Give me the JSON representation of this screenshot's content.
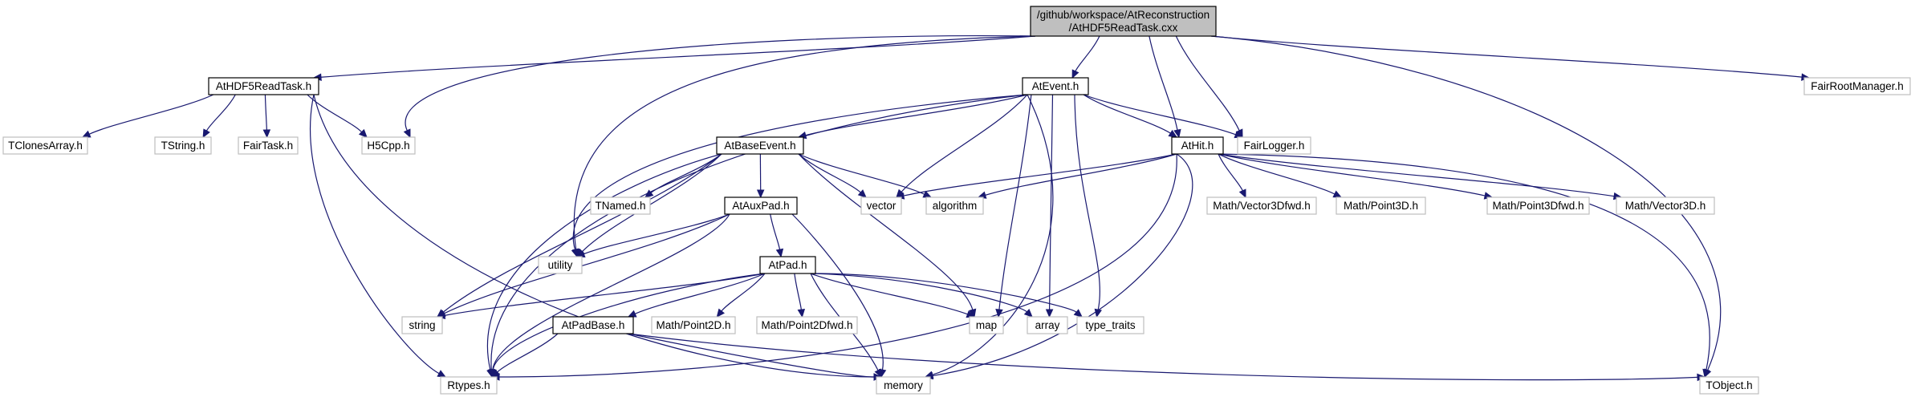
{
  "graph": {
    "type": "include-dependency-graph",
    "colors": {
      "edge": "#191970",
      "root_fill": "#bfbfbf",
      "documented_border": "#000000",
      "external_border": "#bfbfbf",
      "background": "#ffffff"
    },
    "nodes": [
      {
        "id": "root",
        "label": [
          "/github/workspace/AtReconstruction",
          "/AtHDF5ReadTask.cxx"
        ],
        "kind": "root"
      },
      {
        "id": "AtHDF5ReadTask_h",
        "label": [
          "AtHDF5ReadTask.h"
        ],
        "kind": "doc"
      },
      {
        "id": "AtEvent_h",
        "label": [
          "AtEvent.h"
        ],
        "kind": "doc"
      },
      {
        "id": "FairRootManager_h",
        "label": [
          "FairRootManager.h"
        ],
        "kind": "ext"
      },
      {
        "id": "TClonesArray_h",
        "label": [
          "TClonesArray.h"
        ],
        "kind": "ext"
      },
      {
        "id": "TString_h",
        "label": [
          "TString.h"
        ],
        "kind": "ext"
      },
      {
        "id": "FairTask_h",
        "label": [
          "FairTask.h"
        ],
        "kind": "ext"
      },
      {
        "id": "H5Cpp_h",
        "label": [
          "H5Cpp.h"
        ],
        "kind": "ext"
      },
      {
        "id": "FairLogger_h",
        "label": [
          "FairLogger.h"
        ],
        "kind": "ext"
      },
      {
        "id": "AtBaseEvent_h",
        "label": [
          "AtBaseEvent.h"
        ],
        "kind": "doc"
      },
      {
        "id": "AtHit_h",
        "label": [
          "AtHit.h"
        ],
        "kind": "doc"
      },
      {
        "id": "TNamed_h",
        "label": [
          "TNamed.h"
        ],
        "kind": "ext"
      },
      {
        "id": "vector",
        "label": [
          "vector"
        ],
        "kind": "ext"
      },
      {
        "id": "algorithm",
        "label": [
          "algorithm"
        ],
        "kind": "ext"
      },
      {
        "id": "Math_Vector3Dfwd_h",
        "label": [
          "Math/Vector3Dfwd.h"
        ],
        "kind": "ext"
      },
      {
        "id": "Math_Point3D_h",
        "label": [
          "Math/Point3D.h"
        ],
        "kind": "ext"
      },
      {
        "id": "Math_Point3Dfwd_h",
        "label": [
          "Math/Point3Dfwd.h"
        ],
        "kind": "ext"
      },
      {
        "id": "Math_Vector3D_h",
        "label": [
          "Math/Vector3D.h"
        ],
        "kind": "ext"
      },
      {
        "id": "AtAuxPad_h",
        "label": [
          "AtAuxPad.h"
        ],
        "kind": "doc"
      },
      {
        "id": "utility",
        "label": [
          "utility"
        ],
        "kind": "ext"
      },
      {
        "id": "AtPad_h",
        "label": [
          "AtPad.h"
        ],
        "kind": "doc"
      },
      {
        "id": "string",
        "label": [
          "string"
        ],
        "kind": "ext"
      },
      {
        "id": "AtPadBase_h",
        "label": [
          "AtPadBase.h"
        ],
        "kind": "doc"
      },
      {
        "id": "Math_Point2D_h",
        "label": [
          "Math/Point2D.h"
        ],
        "kind": "ext"
      },
      {
        "id": "Math_Point2Dfwd_h",
        "label": [
          "Math/Point2Dfwd.h"
        ],
        "kind": "ext"
      },
      {
        "id": "map",
        "label": [
          "map"
        ],
        "kind": "ext"
      },
      {
        "id": "array",
        "label": [
          "array"
        ],
        "kind": "ext"
      },
      {
        "id": "type_traits",
        "label": [
          "type_traits"
        ],
        "kind": "ext"
      },
      {
        "id": "Rtypes_h",
        "label": [
          "Rtypes.h"
        ],
        "kind": "ext"
      },
      {
        "id": "memory",
        "label": [
          "memory"
        ],
        "kind": "ext"
      },
      {
        "id": "TObject_h",
        "label": [
          "TObject.h"
        ],
        "kind": "ext"
      }
    ],
    "edges": [
      [
        "root",
        "AtHDF5ReadTask_h"
      ],
      [
        "root",
        "AtEvent_h"
      ],
      [
        "root",
        "FairRootManager_h"
      ],
      [
        "root",
        "H5Cpp_h"
      ],
      [
        "root",
        "utility"
      ],
      [
        "root",
        "AtHit_h"
      ],
      [
        "root",
        "FairLogger_h"
      ],
      [
        "root",
        "TObject_h"
      ],
      [
        "AtHDF5ReadTask_h",
        "TClonesArray_h"
      ],
      [
        "AtHDF5ReadTask_h",
        "TString_h"
      ],
      [
        "AtHDF5ReadTask_h",
        "FairTask_h"
      ],
      [
        "AtHDF5ReadTask_h",
        "H5Cpp_h"
      ],
      [
        "AtHDF5ReadTask_h",
        "Rtypes_h"
      ],
      [
        "AtHDF5ReadTask_h",
        "memory"
      ],
      [
        "AtEvent_h",
        "AtBaseEvent_h"
      ],
      [
        "AtEvent_h",
        "AtHit_h"
      ],
      [
        "AtEvent_h",
        "FairLogger_h"
      ],
      [
        "AtEvent_h",
        "vector"
      ],
      [
        "AtEvent_h",
        "utility"
      ],
      [
        "AtEvent_h",
        "Rtypes_h"
      ],
      [
        "AtEvent_h",
        "map"
      ],
      [
        "AtEvent_h",
        "array"
      ],
      [
        "AtEvent_h",
        "type_traits"
      ],
      [
        "AtEvent_h",
        "memory"
      ],
      [
        "AtBaseEvent_h",
        "TNamed_h"
      ],
      [
        "AtBaseEvent_h",
        "AtAuxPad_h"
      ],
      [
        "AtBaseEvent_h",
        "vector"
      ],
      [
        "AtBaseEvent_h",
        "algorithm"
      ],
      [
        "AtBaseEvent_h",
        "utility"
      ],
      [
        "AtBaseEvent_h",
        "string"
      ],
      [
        "AtBaseEvent_h",
        "map"
      ],
      [
        "AtBaseEvent_h",
        "Rtypes_h"
      ],
      [
        "AtHit_h",
        "vector"
      ],
      [
        "AtHit_h",
        "algorithm"
      ],
      [
        "AtHit_h",
        "Math_Vector3Dfwd_h"
      ],
      [
        "AtHit_h",
        "Math_Point3D_h"
      ],
      [
        "AtHit_h",
        "Math_Point3Dfwd_h"
      ],
      [
        "AtHit_h",
        "Math_Vector3D_h"
      ],
      [
        "AtHit_h",
        "TObject_h"
      ],
      [
        "AtHit_h",
        "memory"
      ],
      [
        "AtHit_h",
        "Rtypes_h"
      ],
      [
        "AtAuxPad_h",
        "AtPad_h"
      ],
      [
        "AtAuxPad_h",
        "utility"
      ],
      [
        "AtAuxPad_h",
        "string"
      ],
      [
        "AtAuxPad_h",
        "memory"
      ],
      [
        "AtAuxPad_h",
        "Rtypes_h"
      ],
      [
        "AtPad_h",
        "AtPadBase_h"
      ],
      [
        "AtPad_h",
        "Math_Point2D_h"
      ],
      [
        "AtPad_h",
        "Math_Point2Dfwd_h"
      ],
      [
        "AtPad_h",
        "map"
      ],
      [
        "AtPad_h",
        "array"
      ],
      [
        "AtPad_h",
        "type_traits"
      ],
      [
        "AtPad_h",
        "memory"
      ],
      [
        "AtPad_h",
        "string"
      ],
      [
        "AtPad_h",
        "Rtypes_h"
      ],
      [
        "AtPadBase_h",
        "Rtypes_h"
      ],
      [
        "AtPadBase_h",
        "memory"
      ],
      [
        "AtPadBase_h",
        "TObject_h"
      ]
    ]
  }
}
